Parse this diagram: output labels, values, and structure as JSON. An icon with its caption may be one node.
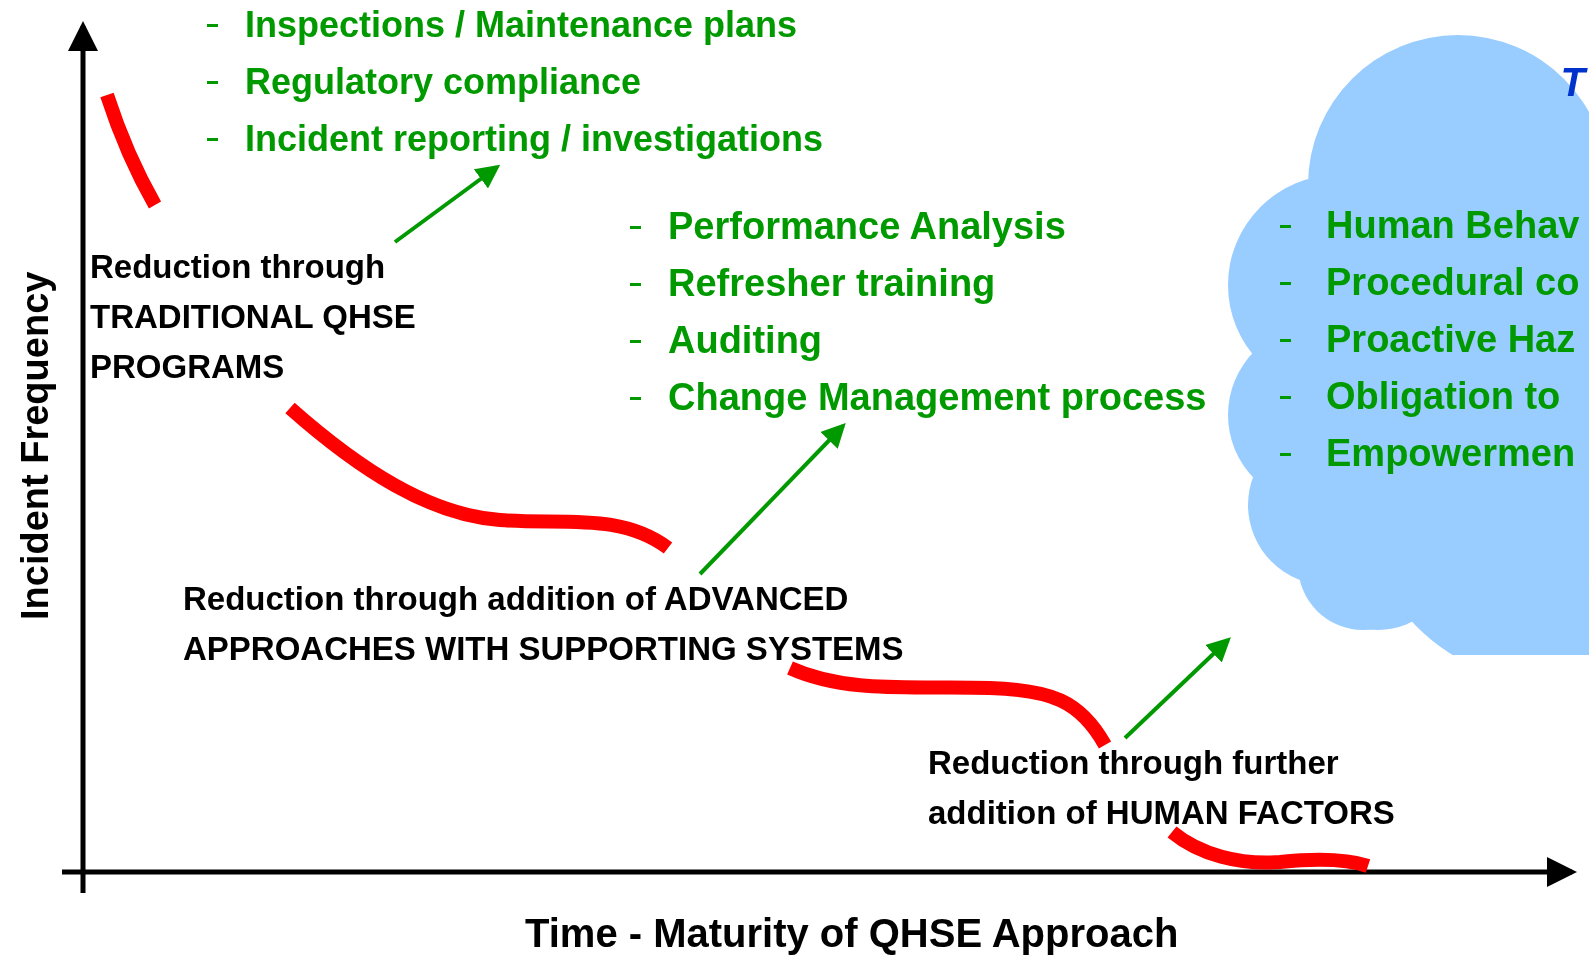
{
  "diagram": {
    "nodes": [
      {
        "text": [
          "Inspections / Maintenance plans",
          "Regulatory compliance",
          "Incident reporting / investigations"
        ]
      },
      {
        "text": [
          "Reduction through TRADITIONAL QHSE PROGRAMS"
        ]
      },
      {
        "text": [
          "Performance Analysis",
          "Refresher training",
          "Auditing",
          "Change Management process"
        ]
      },
      {
        "text": [
          "Reduction through addition of ADVANCED APPROACHES WITH SUPPORTING SYSTEMS"
        ]
      },
      {
        "text": [
          "T",
          "Human Behav",
          "Procedural co",
          "Proactive Haz",
          "Obligation to",
          "Empowermen"
        ]
      },
      {
        "text": [
          "Reduction through further addition of HUMAN FACTORS"
        ]
      }
    ],
    "edges": [
      {
        "from": 1,
        "to": 0,
        "arrow": "to"
      },
      {
        "from": 3,
        "to": 2,
        "arrow": "to"
      },
      {
        "from": 5,
        "to": 4,
        "arrow": "to"
      }
    ],
    "labels": [
      "Incident Frequency",
      "Time - Maturity of QHSE Approach"
    ]
  }
}
